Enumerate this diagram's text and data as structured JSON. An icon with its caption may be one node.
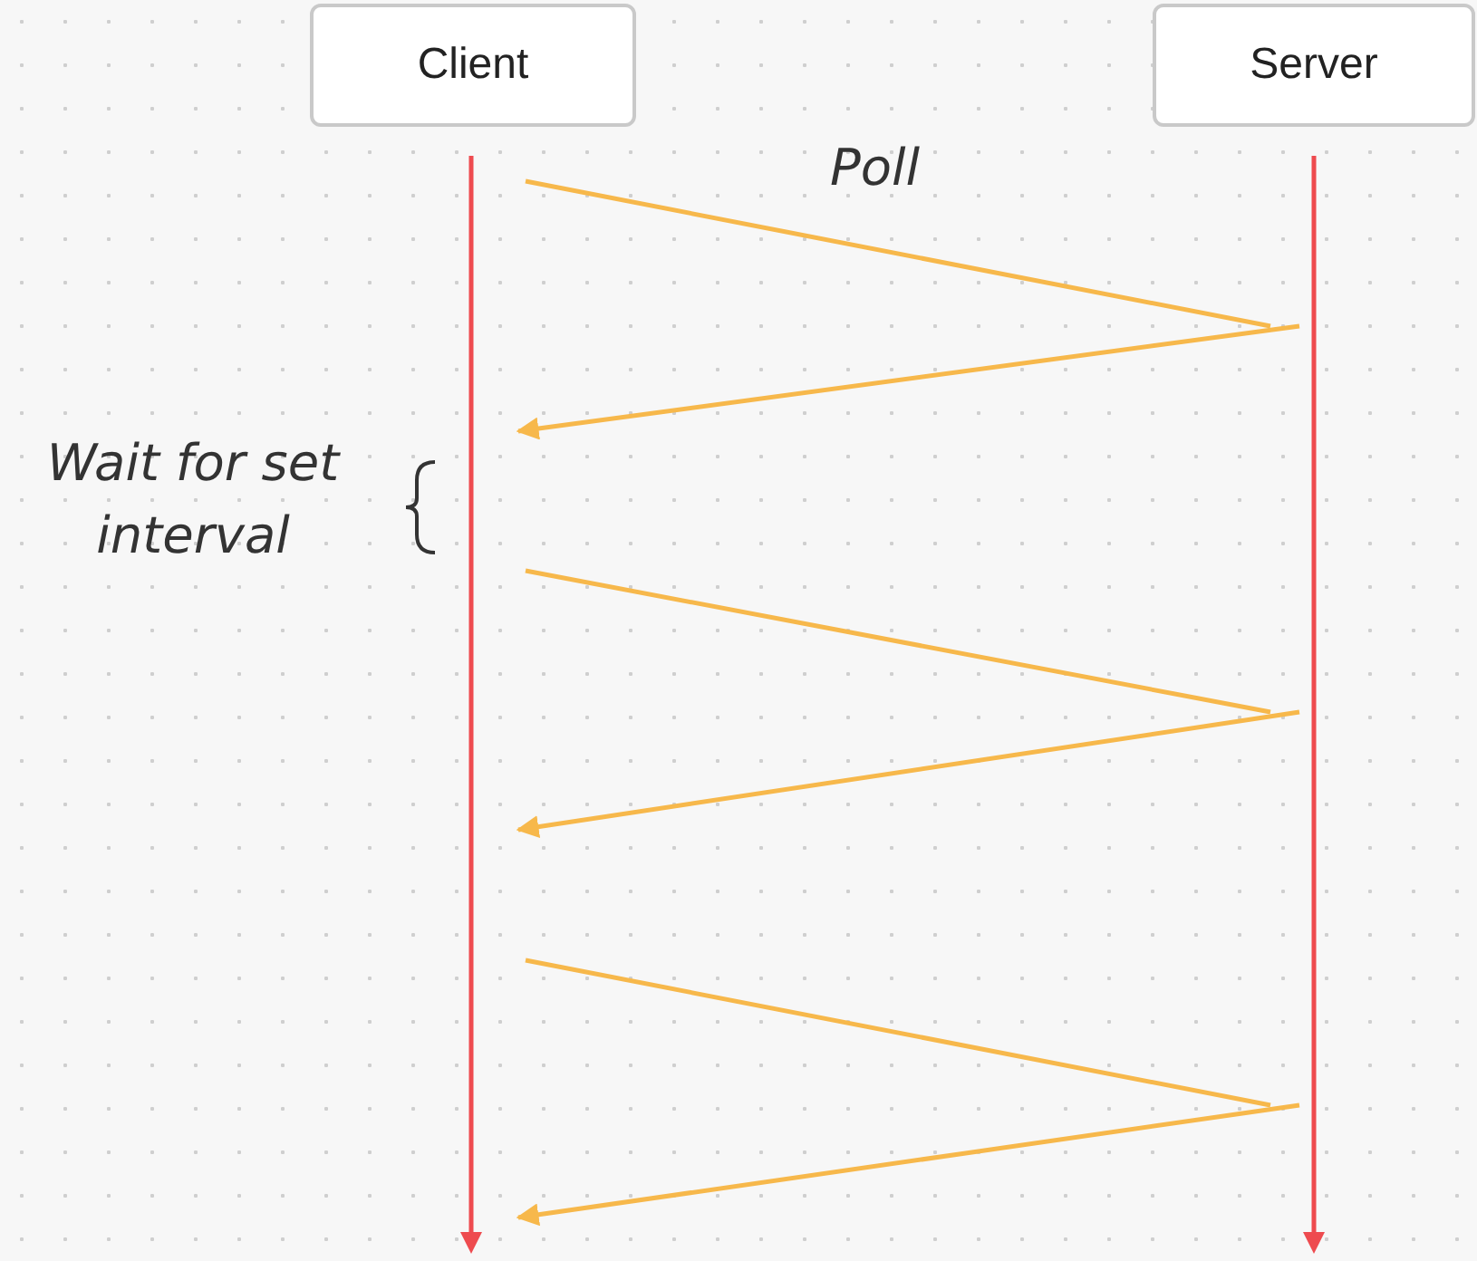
{
  "diagram": {
    "nodes": [
      {
        "text": [
          "Client"
        ]
      },
      {
        "text": [
          "Server"
        ]
      },
      {
        "text": [],
        "shape": "arrow"
      },
      {
        "text": [],
        "shape": "arrow"
      }
    ],
    "edges": [
      {
        "from": 2,
        "to": 3,
        "arrow": "none",
        "label": "Poll"
      },
      {
        "from": 3,
        "to": 2,
        "arrow": "to"
      },
      {
        "from": 2,
        "to": 3,
        "arrow": "none"
      },
      {
        "from": 3,
        "to": 2,
        "arrow": "to"
      },
      {
        "from": 2,
        "to": 3,
        "arrow": "none"
      },
      {
        "from": 3,
        "to": 2,
        "arrow": "to"
      }
    ],
    "labels": [
      "Wait for set interval"
    ]
  }
}
